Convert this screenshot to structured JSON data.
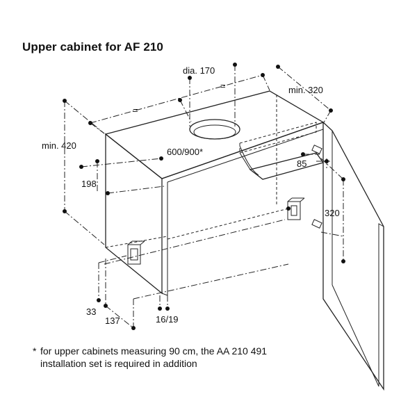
{
  "title": "Upper cabinet for AF 210",
  "dimensions": {
    "diameter": "dia. 170",
    "equal_left": "=",
    "equal_right": "=",
    "min_depth": "min. 320",
    "min_height": "min. 420",
    "width": "600/900*",
    "d198": "198",
    "d85": "85",
    "d320": "320",
    "d33": "33",
    "d137": "137",
    "d16_19": "16/19"
  },
  "footnote": {
    "marker": "*",
    "line1": "for upper cabinets measuring 90 cm, the AA 210 491",
    "line2": "installation set is required in addition"
  }
}
